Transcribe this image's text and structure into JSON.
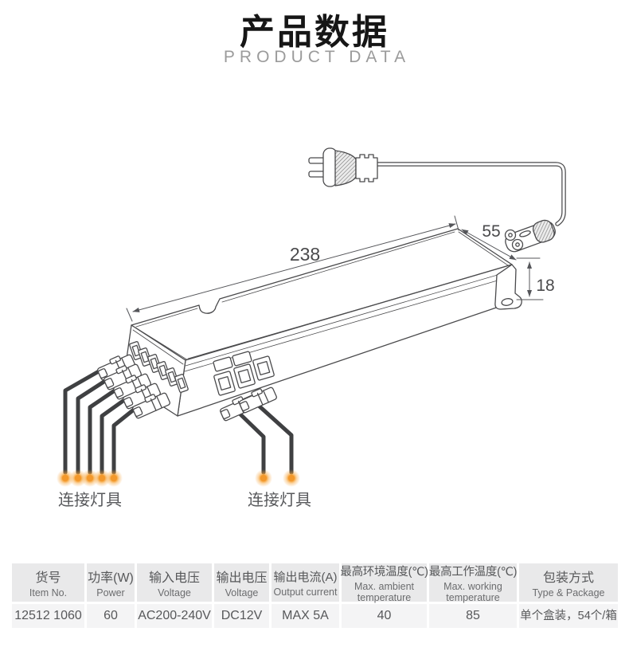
{
  "header": {
    "title_zh": "产品数据",
    "title_en": "PRODUCT DATA"
  },
  "diagram": {
    "dim_length": "238",
    "dim_depth": "55",
    "dim_height": "18",
    "label_left": "连接灯具",
    "label_right": "连接灯具",
    "dot_color": "#f5a033",
    "line_color": "#4a4a4c"
  },
  "table": {
    "columns": [
      {
        "zh": "货号",
        "en": "Item No."
      },
      {
        "zh": "功率(W)",
        "en": "Power"
      },
      {
        "zh": "输入电压",
        "en": "Voltage"
      },
      {
        "zh": "输出电压",
        "en": "Voltage"
      },
      {
        "zh": "输出电流(A)",
        "en": "Output current"
      },
      {
        "zh": "最高环境温度(℃)",
        "en": "Max. ambient temperature"
      },
      {
        "zh": "最高工作温度(℃)",
        "en": "Max. working temperature"
      },
      {
        "zh": "包装方式",
        "en": "Type & Package"
      }
    ],
    "row": [
      "12512 1060",
      "60",
      "AC200-240V",
      "DC12V",
      "MAX 5A",
      "40",
      "85",
      "单个盒装，54个/箱"
    ]
  }
}
